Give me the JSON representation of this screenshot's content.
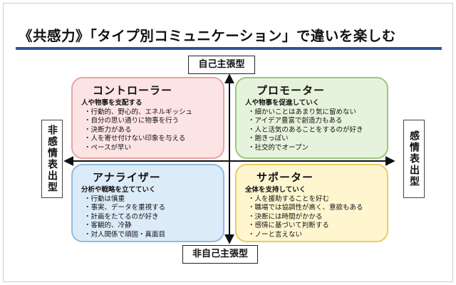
{
  "title": "《共感力》「タイプ別コミュニケーション」で違いを楽しむ",
  "axes": {
    "top": "自己主張型",
    "bottom": "非自己主張型",
    "left": "非感情表出型",
    "right": "感情表出型"
  },
  "quadrants": {
    "controller": {
      "name": "コントローラー",
      "summary": "人や物事を支配する",
      "traits": [
        "行動的、野心的、エネルギッシュ",
        "自分の思い通りに物事を行う",
        "決断力がある",
        "人を寄せ付けない印象を与える",
        "ペースが早い"
      ]
    },
    "promoter": {
      "name": "プロモーター",
      "summary": "人や物事を促進していく",
      "traits": [
        "細かいことはあまり気に留めない",
        "アイデア豊富で創造力もある",
        "人と活気のあることをするのが好き",
        "飽きっぽい",
        "社交的でオープン"
      ]
    },
    "analyzer": {
      "name": "アナライザー",
      "summary": "分析や戦略を立てていく",
      "traits": [
        "行動は慎重",
        "事実、データを重視する",
        "計画をたてるのが好き",
        "客観的、冷静",
        "対人関係で頑固・真面目"
      ]
    },
    "supporter": {
      "name": "サポーター",
      "summary": "全体を支持していく",
      "traits": [
        "人を援助することを好む",
        "職場では協調性が高く、意欲もある",
        "決断には時間がかかる",
        "感情に基づいて判断する",
        "ノーと言えない"
      ]
    }
  },
  "colors": {
    "title_rule": "#2f5597",
    "controller_bg": "#fce4e4",
    "promoter_bg": "#e6f3dc",
    "analyzer_bg": "#dcebf8",
    "supporter_bg": "#fff6d0"
  }
}
